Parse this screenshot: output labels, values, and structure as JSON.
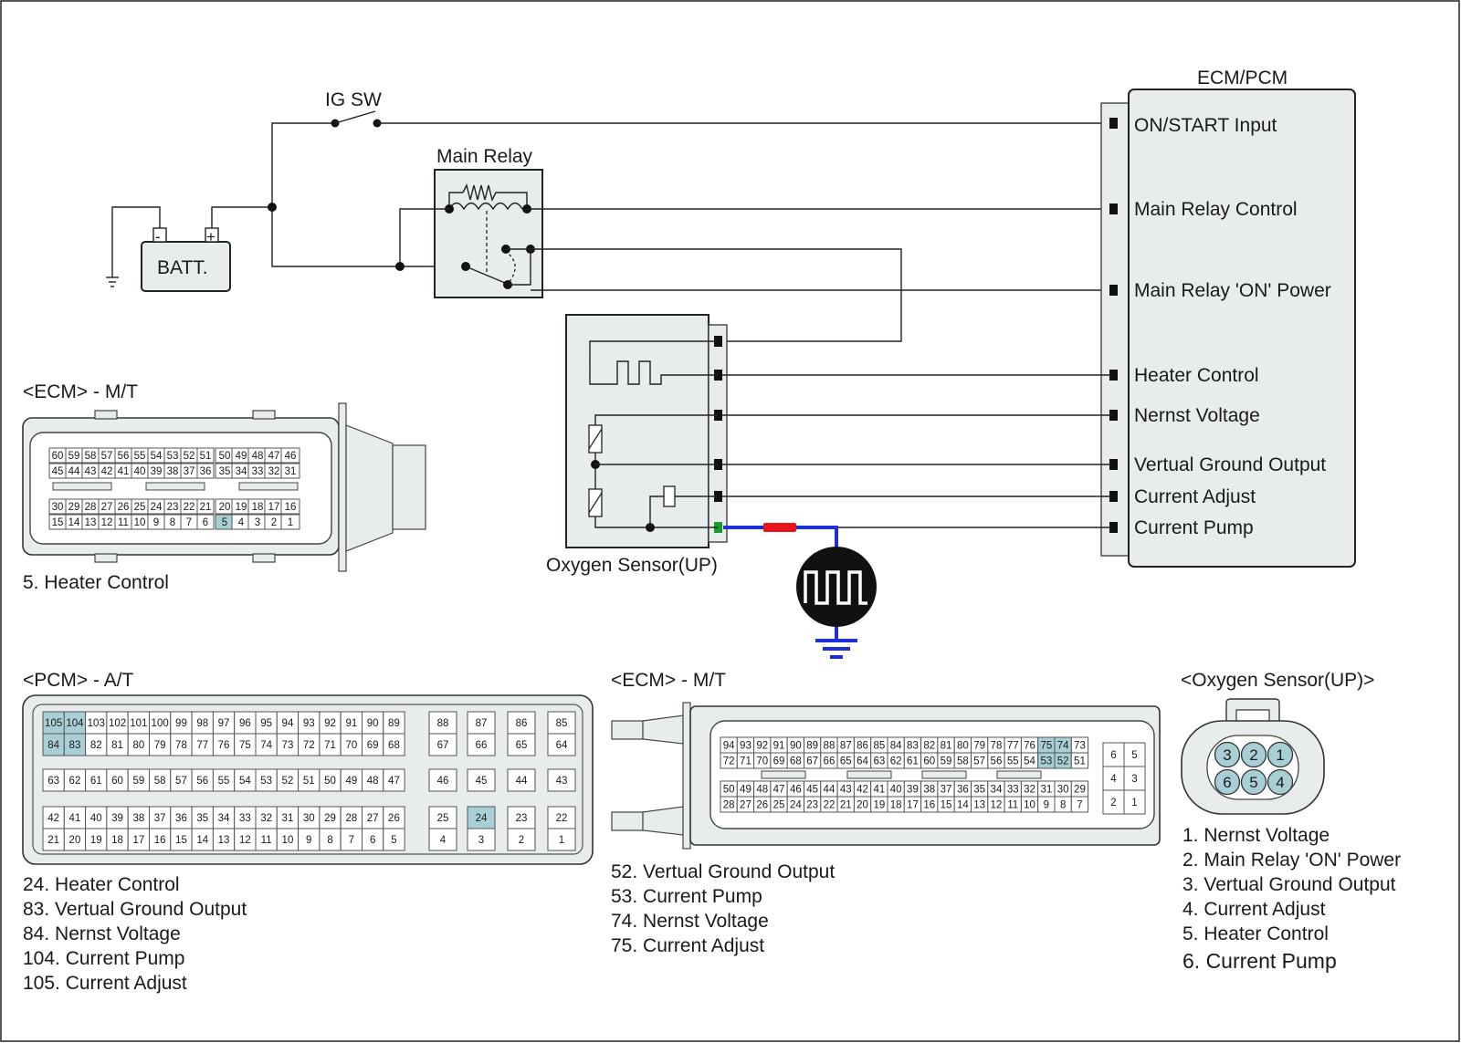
{
  "schematic": {
    "ig_sw": "IG SW",
    "main_relay": "Main Relay",
    "battery": "BATT.",
    "battery_minus": "-",
    "battery_plus": "+",
    "ecm_pcm_title": "ECM/PCM",
    "ecm_terminals": [
      "ON/START Input",
      "Main Relay Control",
      "Main Relay 'ON' Power",
      "Heater Control",
      "Nernst Voltage",
      "Vertual Ground Output",
      "Current Adjust",
      "Current Pump"
    ],
    "oxygen_sensor_label": "Oxygen Sensor(UP)",
    "colors": {
      "wire_blue": "#1e2fd6",
      "wire_red": "#e8141b",
      "wire_green": "#1a9b2c",
      "highlight": "#a9cfd6",
      "body": "#e8ecec"
    }
  },
  "ecm_mt_small": {
    "title": "<ECM> - M/T",
    "rows": [
      [
        "60",
        "59",
        "58",
        "57",
        "56",
        "55",
        "54",
        "53",
        "52",
        "51",
        "50",
        "49",
        "48",
        "47",
        "46"
      ],
      [
        "45",
        "44",
        "43",
        "42",
        "41",
        "40",
        "39",
        "38",
        "37",
        "36",
        "35",
        "34",
        "33",
        "32",
        "31"
      ],
      [
        "30",
        "29",
        "28",
        "27",
        "26",
        "25",
        "24",
        "23",
        "22",
        "21",
        "20",
        "19",
        "18",
        "17",
        "16"
      ],
      [
        "15",
        "14",
        "13",
        "12",
        "11",
        "10",
        "9",
        "8",
        "7",
        "6",
        "5",
        "4",
        "3",
        "2",
        "1"
      ]
    ],
    "highlighted": [
      "5"
    ],
    "legend": [
      "5. Heater Control"
    ]
  },
  "pcm_at": {
    "title": "<PCM> - A/T",
    "row1": [
      "105",
      "104",
      "103",
      "102",
      "101",
      "100",
      "99",
      "98",
      "97",
      "96",
      "95",
      "94",
      "93",
      "92",
      "91",
      "90",
      "89"
    ],
    "row1b": [
      "88",
      "87",
      "86",
      "85"
    ],
    "row2": [
      "84",
      "83",
      "82",
      "81",
      "80",
      "79",
      "78",
      "77",
      "76",
      "75",
      "74",
      "73",
      "72",
      "71",
      "70",
      "69",
      "68"
    ],
    "row2b": [
      "67",
      "66",
      "65",
      "64"
    ],
    "row3": [
      "63",
      "62",
      "61",
      "60",
      "59",
      "58",
      "57",
      "56",
      "55",
      "54",
      "53",
      "52",
      "51",
      "50",
      "49",
      "48",
      "47"
    ],
    "row3b": [
      "46",
      "45",
      "44",
      "43"
    ],
    "row4": [
      "42",
      "41",
      "40",
      "39",
      "38",
      "37",
      "36",
      "35",
      "34",
      "33",
      "32",
      "31",
      "30",
      "29",
      "28",
      "27",
      "26"
    ],
    "row4b": [
      "25",
      "24",
      "23",
      "22"
    ],
    "row5": [
      "21",
      "20",
      "19",
      "18",
      "17",
      "16",
      "15",
      "14",
      "13",
      "12",
      "11",
      "10",
      "9",
      "8",
      "7",
      "6",
      "5"
    ],
    "row5b": [
      "4",
      "3",
      "2",
      "1"
    ],
    "highlighted": [
      "105",
      "104",
      "84",
      "83",
      "24"
    ],
    "legend": [
      "24. Heater Control",
      "83. Vertual Ground Output",
      "84. Nernst Voltage",
      "104. Current Pump",
      "105. Current Adjust"
    ]
  },
  "ecm_mt_large": {
    "title": "<ECM> - M/T",
    "rows": [
      [
        "94",
        "93",
        "92",
        "91",
        "90",
        "89",
        "88",
        "87",
        "86",
        "85",
        "84",
        "83",
        "82",
        "81",
        "80",
        "79",
        "78",
        "77",
        "76",
        "75",
        "74",
        "73"
      ],
      [
        "72",
        "71",
        "70",
        "69",
        "68",
        "67",
        "66",
        "65",
        "64",
        "63",
        "62",
        "61",
        "60",
        "59",
        "58",
        "57",
        "56",
        "55",
        "54",
        "53",
        "52",
        "51"
      ],
      [
        "50",
        "49",
        "48",
        "47",
        "46",
        "45",
        "44",
        "43",
        "42",
        "41",
        "40",
        "39",
        "38",
        "37",
        "36",
        "35",
        "34",
        "33",
        "32",
        "31",
        "30",
        "29"
      ],
      [
        "28",
        "27",
        "26",
        "25",
        "24",
        "23",
        "22",
        "21",
        "20",
        "19",
        "18",
        "17",
        "16",
        "15",
        "14",
        "13",
        "12",
        "11",
        "10",
        "9",
        "8",
        "7"
      ]
    ],
    "side": [
      [
        "6",
        "5"
      ],
      [
        "4",
        "3"
      ],
      [
        "2",
        "1"
      ]
    ],
    "highlighted": [
      "75",
      "74",
      "53",
      "52"
    ],
    "legend": [
      "52. Vertual Ground Output",
      "53. Current Pump",
      "74. Nernst Voltage",
      "75. Current Adjust"
    ]
  },
  "o2_connector": {
    "title": "<Oxygen Sensor(UP)>",
    "pins_top": [
      "3",
      "2",
      "1"
    ],
    "pins_bottom": [
      "6",
      "5",
      "4"
    ],
    "legend": [
      "1. Nernst Voltage",
      "2. Main Relay 'ON' Power",
      "3. Vertual Ground Output",
      "4. Current Adjust",
      "5. Heater Control",
      "6. Current Pump"
    ]
  }
}
